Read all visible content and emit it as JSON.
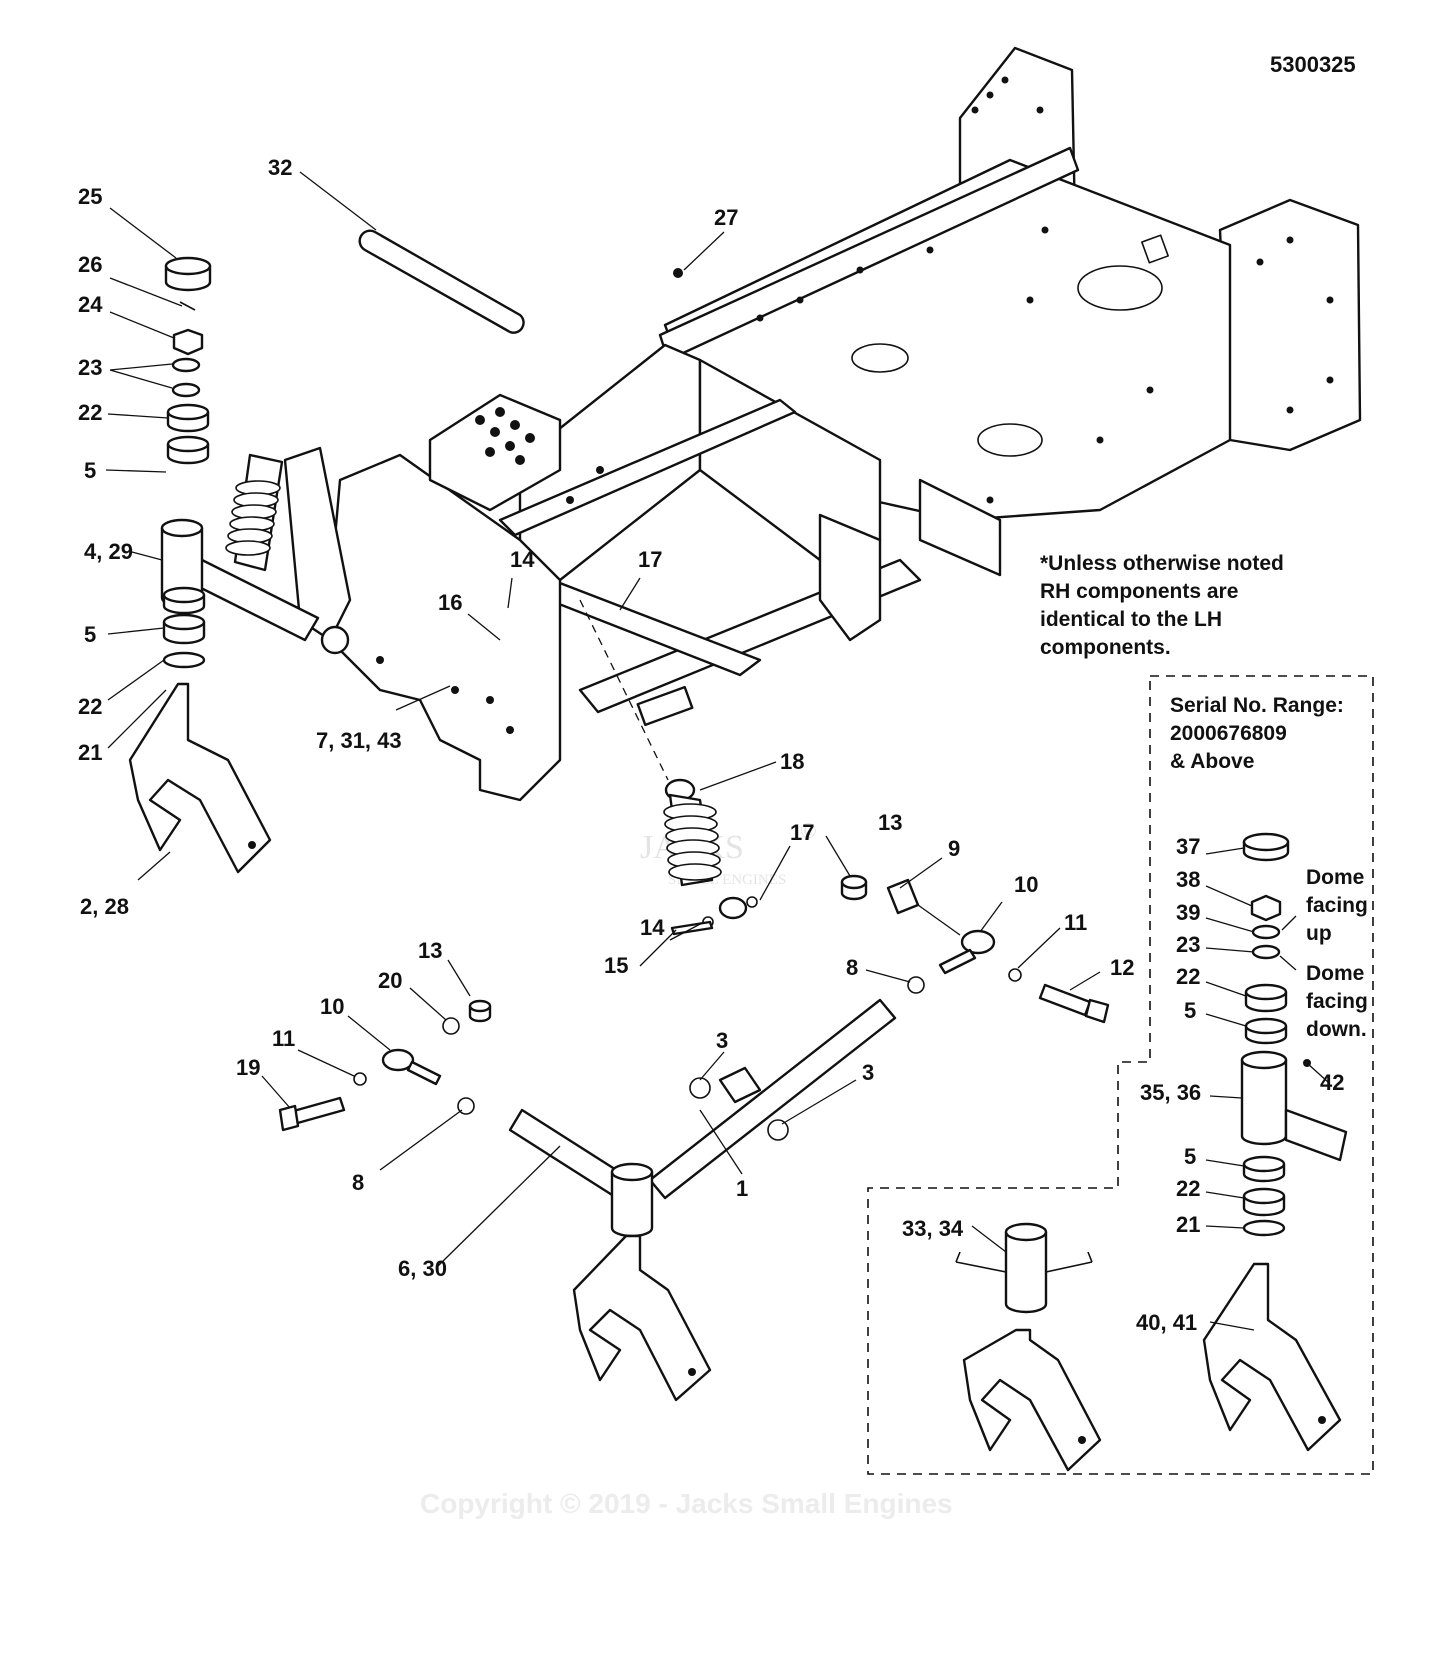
{
  "drawing_number": "5300325",
  "note_lines": [
    "*Unless otherwise noted",
    "RH components are",
    "identical to the LH",
    "components."
  ],
  "inset_lines": [
    "Serial No. Range:",
    "2000676809",
    "& Above"
  ],
  "dome_up_lines": [
    "Dome",
    "facing",
    "up"
  ],
  "dome_down_lines": [
    "Dome",
    "facing",
    "down."
  ],
  "copyright": "Copyright © 2019 - Jacks Small Engines",
  "watermark": {
    "brand": "JACKS",
    "sub": "SMALL ENGINES",
    "mark": "©"
  },
  "callouts": {
    "c32": "32",
    "c25": "25",
    "c26": "26",
    "c24": "24",
    "c23a": "23",
    "c22a": "22",
    "c5a": "5",
    "c4_29": "4, 29",
    "c5b": "5",
    "c22b": "22",
    "c21a": "21",
    "c2_28": "2, 28",
    "c27": "27",
    "c14a": "14",
    "c17a": "17",
    "c16": "16",
    "c7_31_43": "7, 31, 43",
    "c18": "18",
    "c17b": "17",
    "c14b": "14",
    "c15": "15",
    "c13a": "13",
    "c9": "9",
    "c10a": "10",
    "c11a": "11",
    "c8a": "8",
    "c12": "12",
    "c13b": "13",
    "c20": "20",
    "c10b": "10",
    "c11b": "11",
    "c19": "19",
    "c8b": "8",
    "c3a": "3",
    "c3b": "3",
    "c1": "1",
    "c6_30": "6, 30",
    "c37": "37",
    "c38": "38",
    "c39": "39",
    "c23b": "23",
    "c22c": "22",
    "c5c": "5",
    "c42": "42",
    "c35_36": "35, 36",
    "c5d": "5",
    "c22d": "22",
    "c21b": "21",
    "c33_34": "33, 34",
    "c40_41": "40, 41"
  }
}
